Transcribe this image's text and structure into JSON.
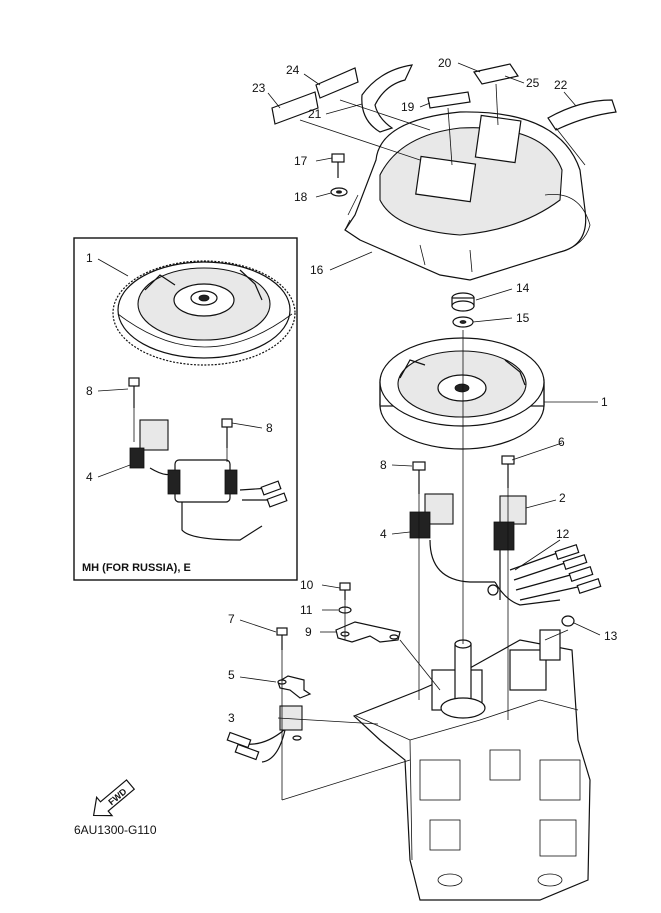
{
  "diagram": {
    "figure_code": "6AU1300-G110",
    "inset_caption": "MH (FOR RUSSIA), E",
    "fwd_label": "FWD",
    "part_numbers": {
      "p1_inset": "1",
      "p1": "1",
      "p2": "2",
      "p3": "3",
      "p4_inset": "4",
      "p4": "4",
      "p5": "5",
      "p6": "6",
      "p7": "7",
      "p8_inset_a": "8",
      "p8_inset_b": "8",
      "p8": "8",
      "p9": "9",
      "p10": "10",
      "p11": "11",
      "p12": "12",
      "p13": "13",
      "p14": "14",
      "p15": "15",
      "p16": "16",
      "p17": "17",
      "p18": "18",
      "p19": "19",
      "p20": "20",
      "p21": "21",
      "p22": "22",
      "p23": "23",
      "p24": "24",
      "p25": "25"
    }
  }
}
